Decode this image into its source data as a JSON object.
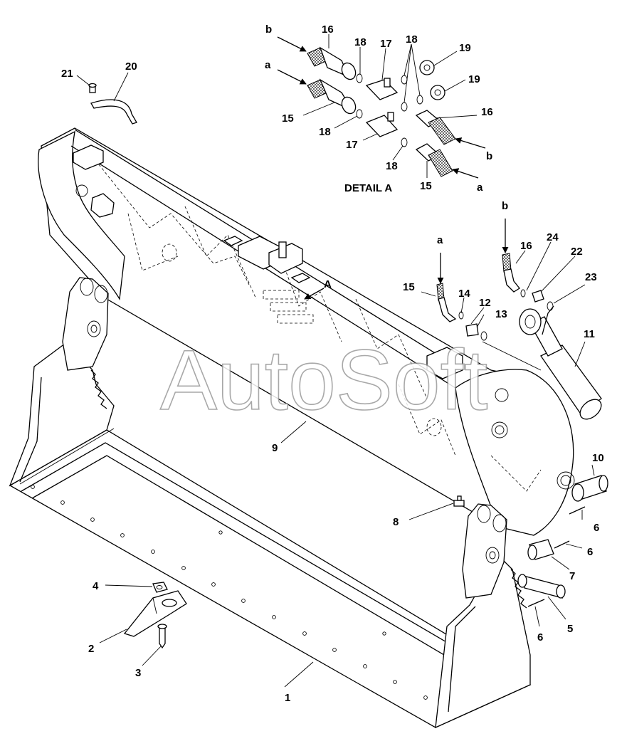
{
  "watermark": "AutoSoft",
  "detail_label": "DETAIL A",
  "callouts": {
    "c1": "1",
    "c2": "2",
    "c3": "3",
    "c4": "4",
    "c5": "5",
    "c6a": "6",
    "c6b": "6",
    "c6c": "6",
    "c7": "7",
    "c8": "8",
    "c9": "9",
    "c10": "10",
    "c11": "11",
    "c12": "12",
    "c13": "13",
    "c14": "14",
    "c15a": "15",
    "c15b": "15",
    "c15c": "15",
    "c16a": "16",
    "c16b": "16",
    "c16c": "16",
    "c17a": "17",
    "c17b": "17",
    "c18a": "18",
    "c18b": "18",
    "c18c": "18",
    "c18d": "18",
    "c19a": "19",
    "c19b": "19",
    "c20": "20",
    "c21": "21",
    "c22": "22",
    "c23": "23",
    "c24": "24",
    "cA": "A",
    "fa1": "a",
    "fa2": "a",
    "fa3": "a",
    "fb1": "b",
    "fb2": "b",
    "fb3": "b"
  }
}
